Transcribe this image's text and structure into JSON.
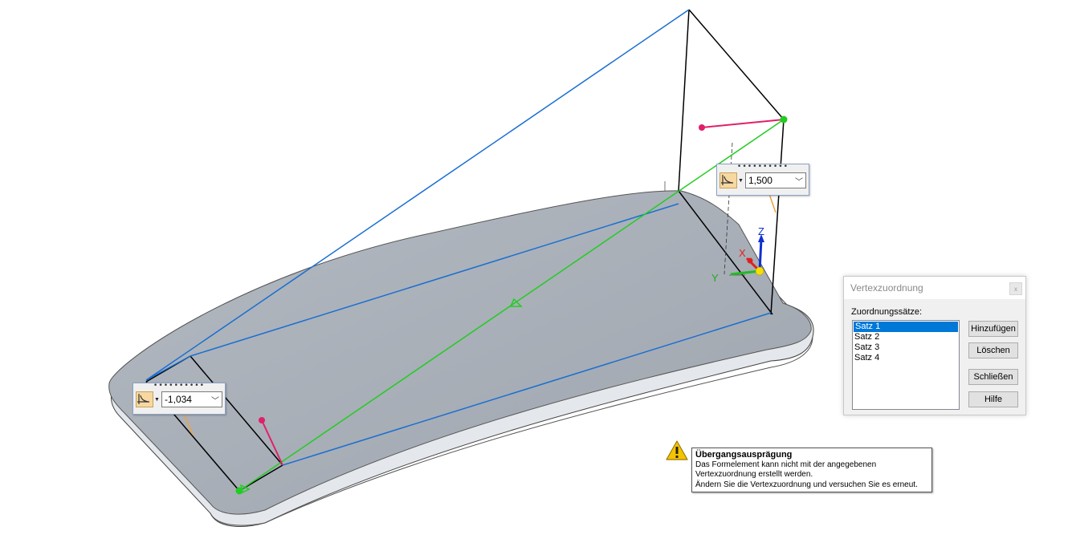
{
  "viewport": {
    "value_box_left": {
      "value": "-1,034"
    },
    "value_box_right": {
      "value": "1,500"
    },
    "triad_labels": {
      "x": "X",
      "y": "Y",
      "z": "Z"
    }
  },
  "dialog": {
    "title": "Vertexzuordnung",
    "close_label": "x",
    "list_label": "Zuordnungssätze:",
    "sets": [
      "Satz 1",
      "Satz 2",
      "Satz 3",
      "Satz 4"
    ],
    "buttons": {
      "add": "Hinzufügen",
      "delete": "Löschen",
      "close": "Schließen",
      "help": "Hilfe"
    }
  },
  "warning": {
    "title": "Übergangsausprägung",
    "lines": [
      "Das Formelement kann nicht mit der angegebenen",
      "Vertexzuordnung erstellt werden.",
      "Ändern Sie die Vertexzuordnung und versuchen Sie es erneut."
    ]
  },
  "colors": {
    "plate_top": "#a7adb5",
    "plate_side": "#dfe3e8",
    "profile_blue": "#1a6fd1",
    "path_green": "#22cc22",
    "handle_magenta": "#e0206a",
    "warning_yellow": "#f5c400"
  }
}
